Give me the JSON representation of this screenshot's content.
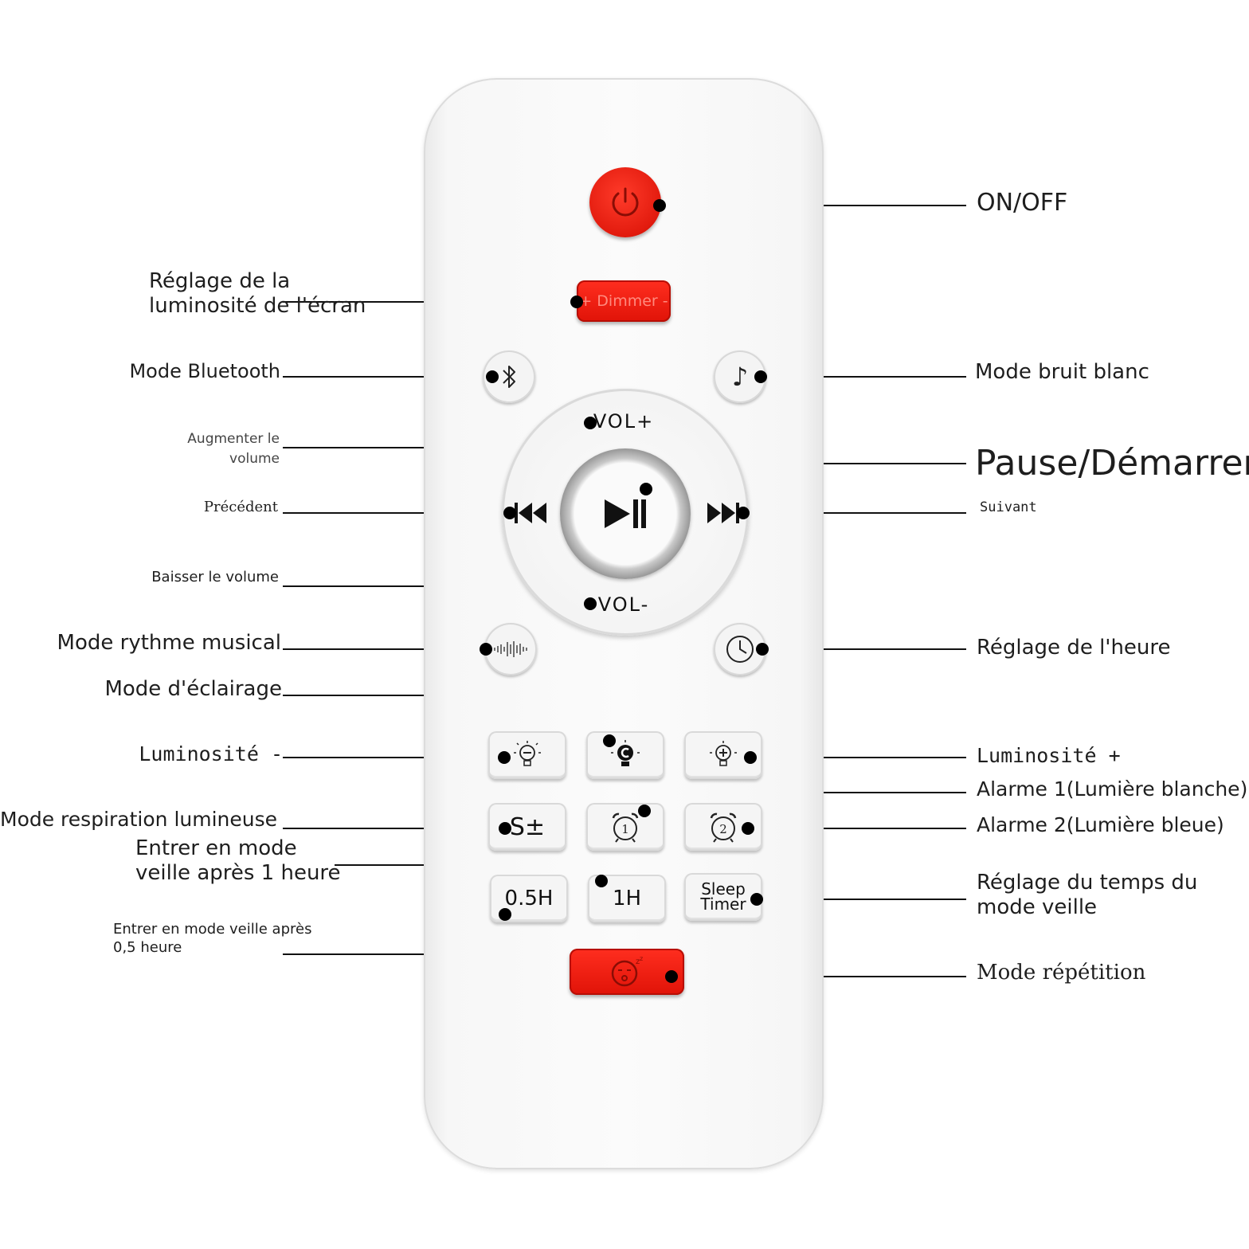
{
  "remote": {
    "dimmer_text": "+ Dimmer -",
    "vol_up": "VOL+",
    "vol_down": "VOL-",
    "btn_s": "S±",
    "btn_05h": "0.5H",
    "btn_1h": "1H",
    "btn_sleep_1": "Sleep",
    "btn_sleep_2": "Timer",
    "alarm1_num": "1",
    "alarm2_num": "2"
  },
  "labels": {
    "on_off": "ON/OFF",
    "dimmer_1": "Réglage de la",
    "dimmer_2": "luminosité de l'écran",
    "bluetooth": "Mode Bluetooth",
    "white_noise": "Mode bruit blanc",
    "vol_up_1": "Augmenter le",
    "vol_up_2": "volume",
    "play_pause": "Pause/Démarrer",
    "previous": "Précédent",
    "next": "Suivant",
    "vol_down": "Baisser le volume",
    "music_rhythm": "Mode rythme musical",
    "time_setting": "Réglage de l'heure",
    "lighting_mode": "Mode d'éclairage",
    "brightness_minus": "Luminosité -",
    "brightness_plus": "Luminosité +",
    "alarm1": "Alarme 1(Lumière blanche)",
    "breathing": "Mode respiration lumineuse",
    "alarm2": "Alarme 2(Lumière bleue)",
    "sleep_1h_1": "Entrer en mode",
    "sleep_1h_2": "veille après 1 heure",
    "sleep_timer_1": "Réglage du temps du",
    "sleep_timer_2": "mode veille",
    "sleep_05h_1": "Entrer en mode veille après",
    "sleep_05h_2": "0,5 heure",
    "snooze": "Mode répétition"
  },
  "colors": {
    "button_red": "#e8190c",
    "leader_line": "#111111"
  }
}
